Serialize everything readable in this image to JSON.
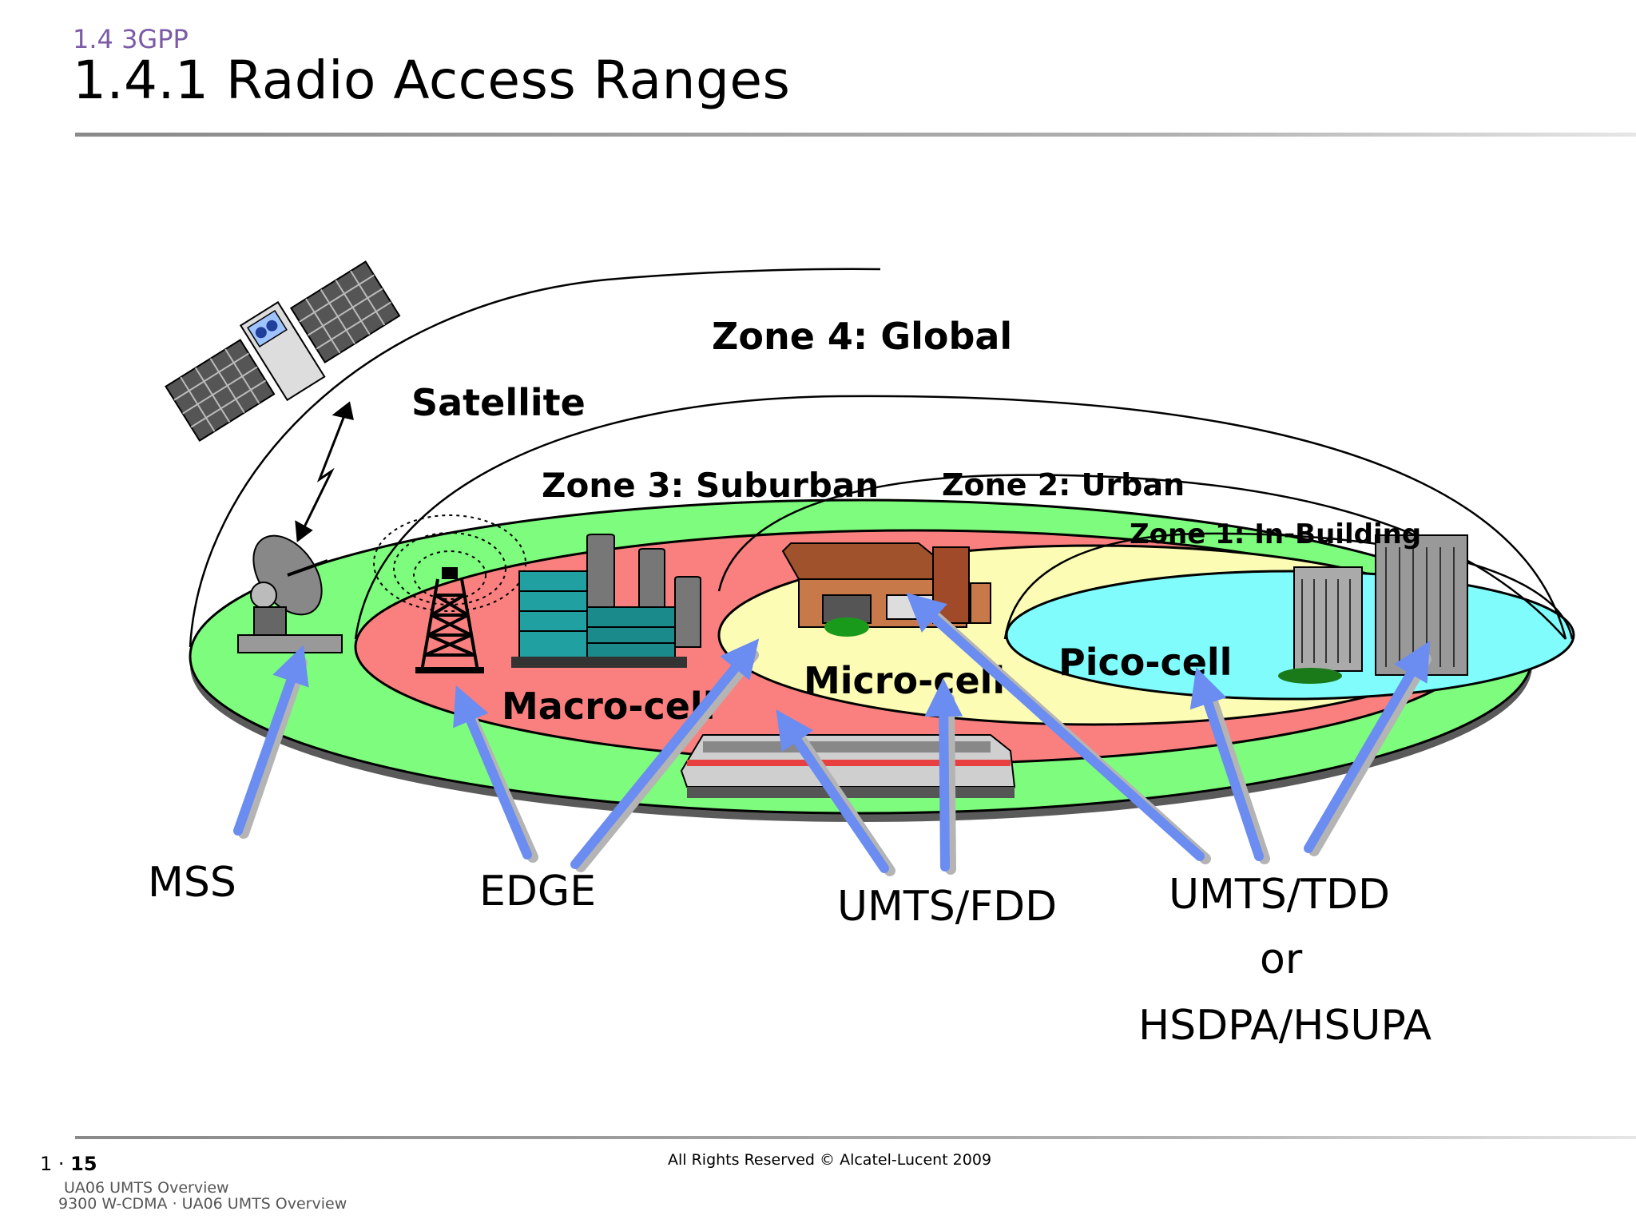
{
  "header": {
    "section": "1.4 3GPP",
    "title": "1.4.1 Radio Access Ranges"
  },
  "zones": {
    "zone4": "Zone 4: Global",
    "satellite": "Satellite",
    "zone3": "Zone 3: Suburban",
    "zone2": "Zone 2: Urban",
    "zone1": "Zone 1: In-Building"
  },
  "cells": {
    "macro": "Macro-cell",
    "micro": "Micro-cell",
    "pico": "Pico-cell"
  },
  "technologies": {
    "mss": "MSS",
    "edge": "EDGE",
    "umts_fdd": "UMTS/FDD",
    "umts_tdd": "UMTS/TDD",
    "or": "or",
    "hsdpa_hsupa": "HSDPA/HSUPA"
  },
  "footer": {
    "page_prefix": "1 · ",
    "page_number": "15",
    "copyright": "All Rights Reserved © Alcatel-Lucent 2009",
    "line1": "UA06 UMTS Overview",
    "line2": "9300 W-CDMA · UA06 UMTS Overview"
  },
  "colors": {
    "global_ring": "#7dfc7d",
    "macro_ring": "#fa8080",
    "micro_ring": "#fcfcb4",
    "pico_ring": "#80fcfc",
    "arrow": "#6b8cf0",
    "arrow_shadow": "#b4b4b4",
    "section_label": "#7b5aa6"
  }
}
